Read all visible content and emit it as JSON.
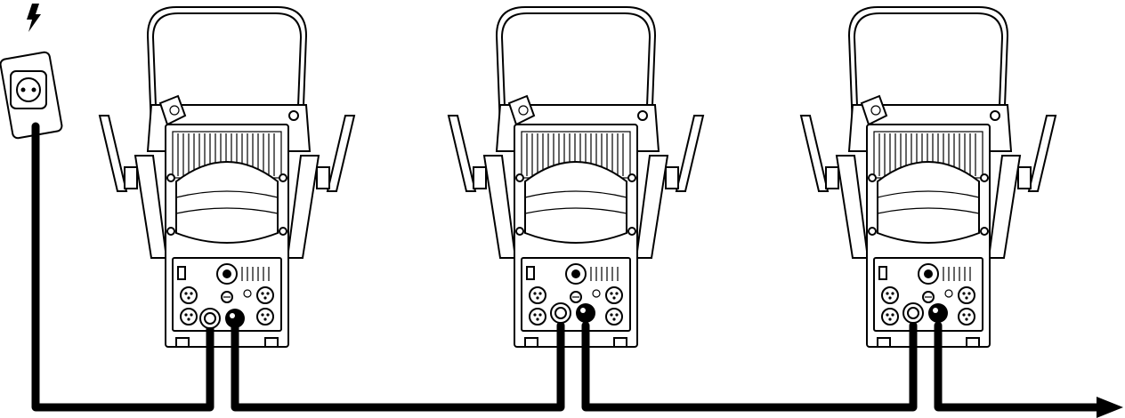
{
  "diagram": {
    "fixtures": [
      {
        "id": "fixture-1"
      },
      {
        "id": "fixture-2"
      },
      {
        "id": "fixture-3"
      }
    ],
    "power_icon": "lightning-bolt-icon",
    "outlet_icon": "schuko-socket-icon",
    "connector_icons": [
      "power-in-connector-icon",
      "power-out-connector-icon"
    ],
    "continuation_icon": "arrow-right-icon"
  }
}
